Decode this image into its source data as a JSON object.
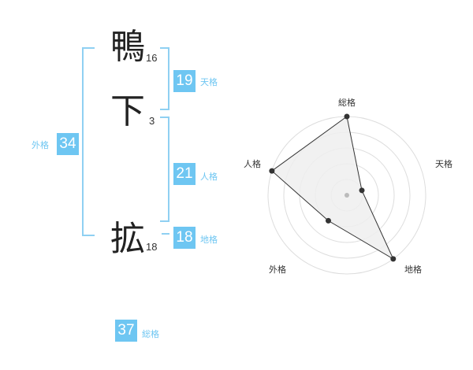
{
  "characters": [
    {
      "char": "鴨",
      "strokes": "16"
    },
    {
      "char": "下",
      "strokes": "3"
    },
    {
      "char": "拡",
      "strokes": "18"
    }
  ],
  "fortunes": {
    "tenkaku": {
      "value": "19",
      "label": "天格"
    },
    "jinkaku": {
      "value": "21",
      "label": "人格"
    },
    "chikaku": {
      "value": "18",
      "label": "地格"
    },
    "gaikaku": {
      "value": "34",
      "label": "外格"
    },
    "soukaku": {
      "value": "37",
      "label": "総格"
    }
  },
  "colors": {
    "accent": "#6ec6f2",
    "bracket": "#8fd0f2",
    "radar_fill": "#eeeeee",
    "ring": "#dddddd"
  },
  "radar": {
    "axes": [
      "総格",
      "天格",
      "地格",
      "外格",
      "人格"
    ],
    "levels": 5,
    "values": [
      5,
      1,
      5,
      2,
      5
    ]
  }
}
